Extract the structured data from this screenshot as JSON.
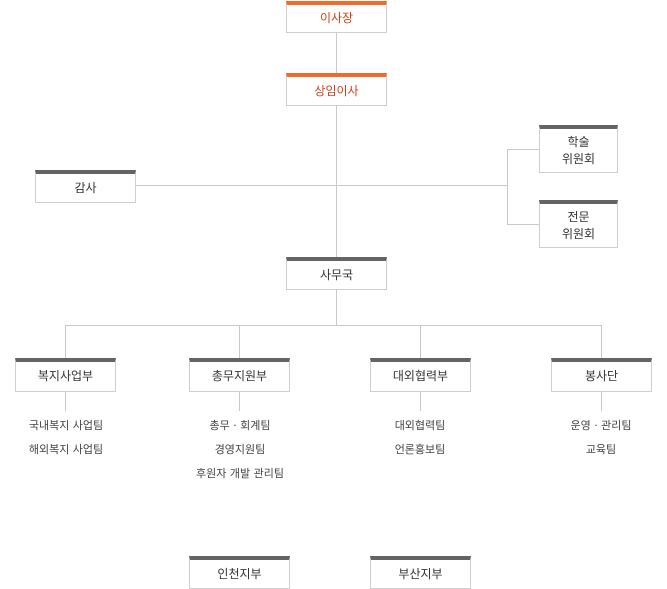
{
  "org": {
    "chairman": "이사장",
    "executive_director": "상임이사",
    "auditor": "감사",
    "academic_committee": "학술\n위원회",
    "expert_committee": "전문\n위원회",
    "secretariat": "사무국",
    "departments": [
      {
        "label": "복지사업부",
        "teams": [
          "국내복지 사업팀",
          "해외복지 사업팀"
        ]
      },
      {
        "label": "총무지원부",
        "teams": [
          "총무 · 회계팀",
          "경영지원팀",
          "후원자 개발 관리팀"
        ]
      },
      {
        "label": "대외협력부",
        "teams": [
          "대외협력팀",
          "언론홍보팀"
        ]
      },
      {
        "label": "봉사단",
        "teams": [
          "운영 · 관리팀",
          "교육팀"
        ]
      }
    ],
    "branches": [
      "인천지부",
      "부산지부"
    ]
  },
  "colors": {
    "accent_top": "#ef6b2e",
    "accent_text": "#d2421c",
    "box_top": "#646464",
    "connector": "#c9c9c9"
  }
}
